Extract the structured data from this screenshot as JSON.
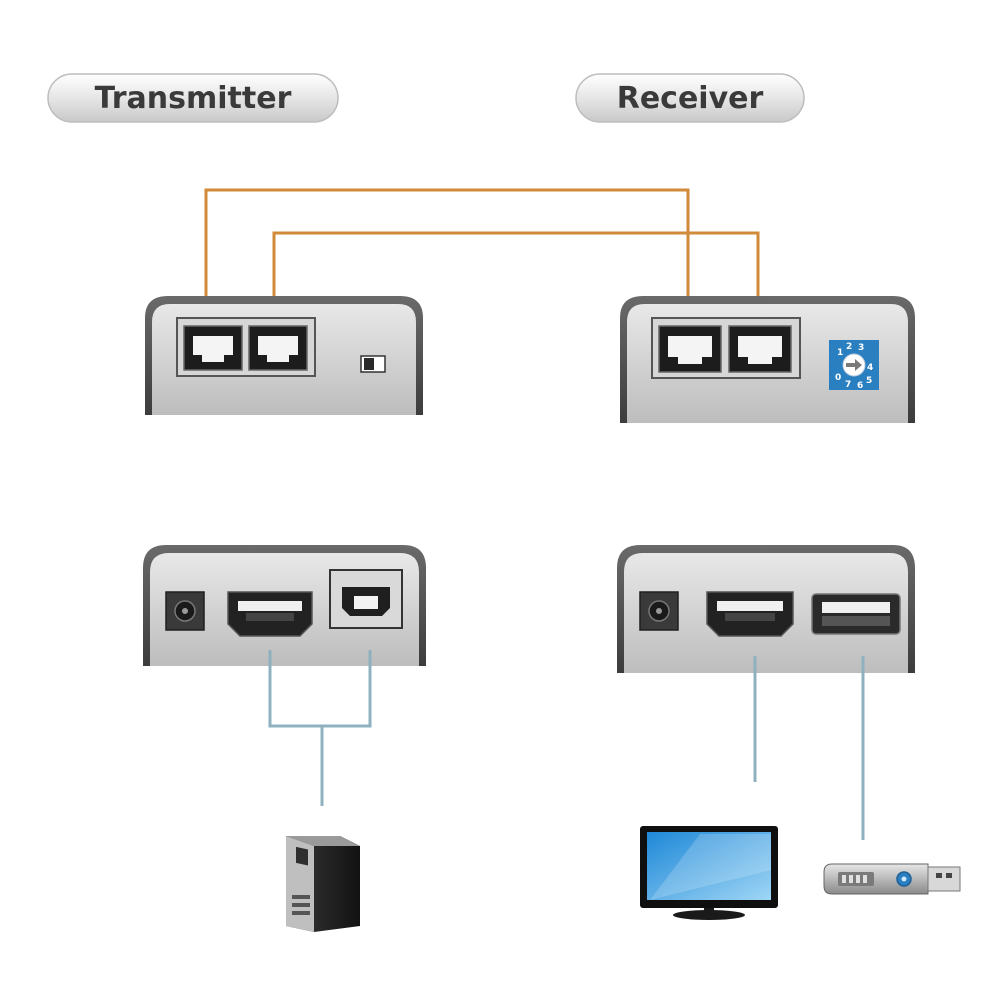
{
  "labels": {
    "transmitter": "Transmitter",
    "receiver": "Receiver"
  },
  "dial": {
    "numbers": [
      "0",
      "1",
      "2",
      "3",
      "4",
      "5",
      "6",
      "7"
    ]
  },
  "colors": {
    "cat_cable": "#d08a3a",
    "usb_hdmi_cable": "#8fb0bd",
    "device_panel": "#c8c8c8",
    "device_shell": "#4a4a4a",
    "dial_blue": "#2a7fc0"
  },
  "icons": {
    "transmitter_ports": [
      "rj45-port-icon",
      "rj45-port-icon",
      "switch-icon"
    ],
    "receiver_ports": [
      "rj45-port-icon",
      "rj45-port-icon",
      "rotary-dial-icon"
    ],
    "transmitter_front": [
      "power-jack-icon",
      "hdmi-port-icon",
      "usb-b-port-icon"
    ],
    "receiver_front": [
      "power-jack-icon",
      "hdmi-port-icon",
      "usb-a-port-icon"
    ],
    "endpoints": [
      "computer-tower-icon",
      "monitor-icon",
      "usb-flash-drive-icon"
    ]
  }
}
